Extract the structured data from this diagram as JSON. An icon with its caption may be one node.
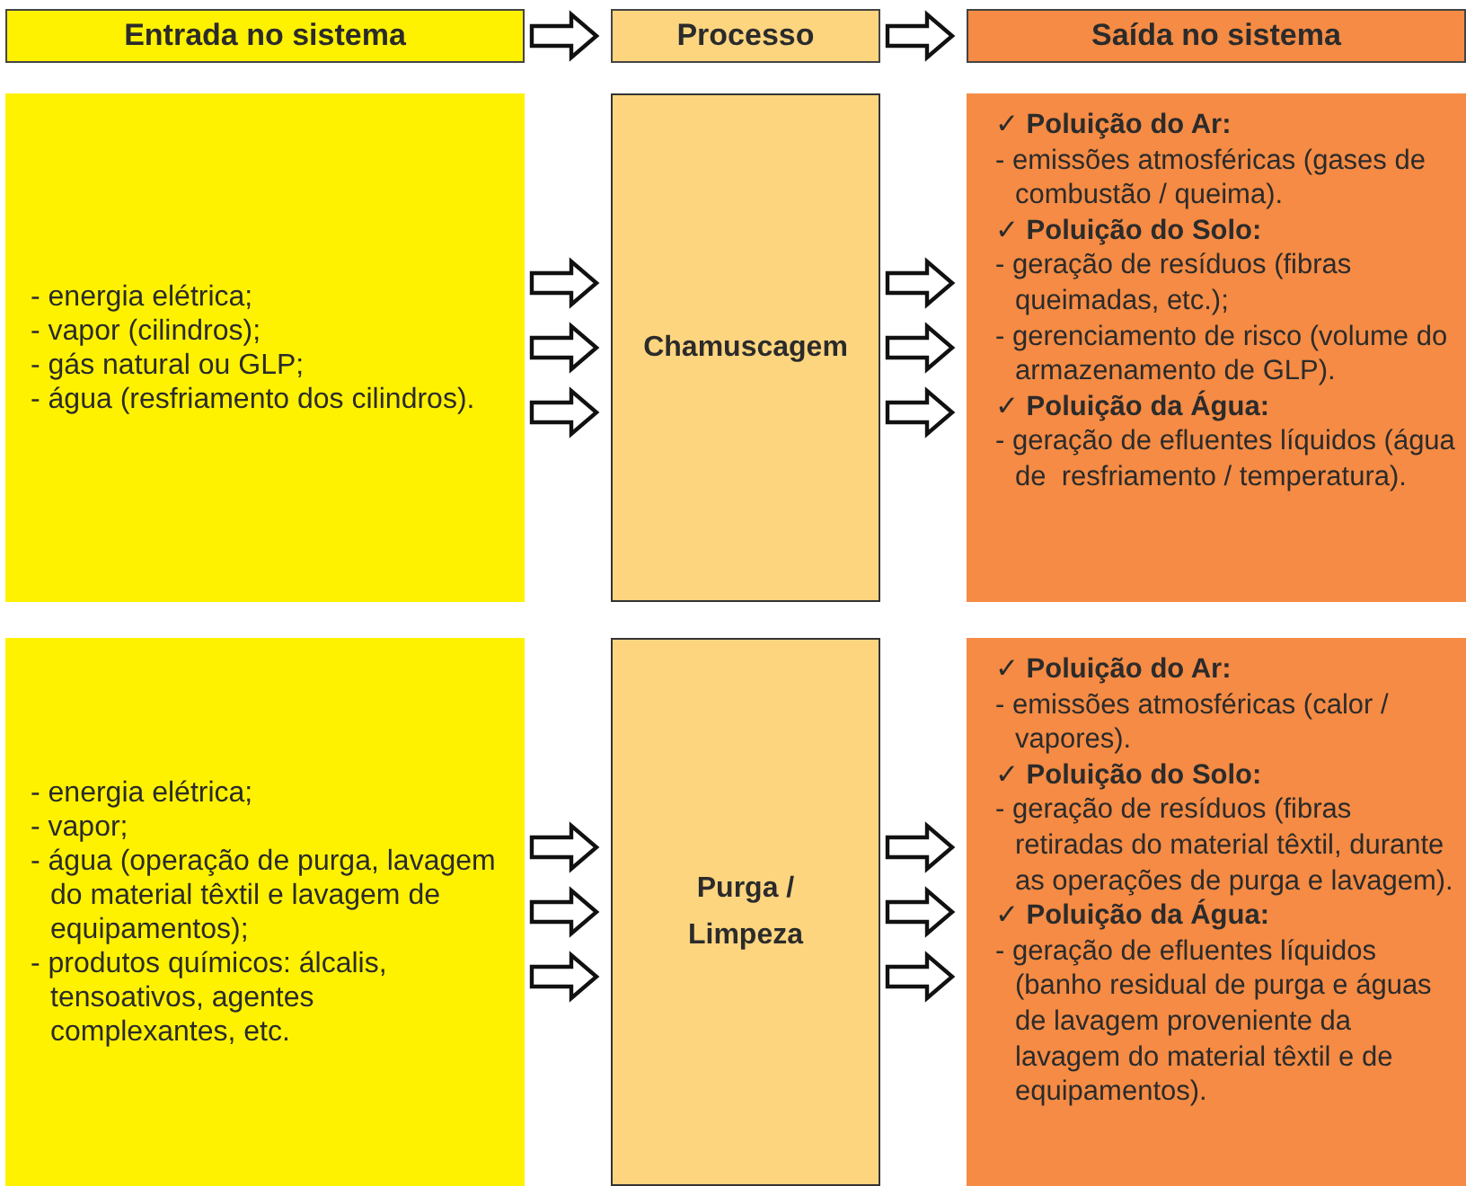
{
  "diagram": {
    "nodes": [
      {
        "text": [
          "Entrada no sistema"
        ]
      },
      {
        "text": [
          "Processo"
        ]
      },
      {
        "text": [
          "Saída no sistema"
        ]
      },
      {
        "text": [
          "- energia elétrica;",
          "- vapor (cilindros);",
          "- gás natural ou GLP;",
          "- água (resfriamento dos cilindros)."
        ]
      },
      {
        "text": [
          "Chamuscagem"
        ]
      },
      {
        "text": [
          "✓ **Poluição do Ar:**",
          "- emissões atmosféricas (gases de combustão / queima).",
          "✓ **Poluição do Solo:**",
          "- geração de resíduos (fibras queimadas, etc.);",
          "- gerenciamento de risco (volume do armazenamento de GLP).",
          "✓ **Poluição da Água:**",
          "- geração de efluentes líquidos (água de  resfriamento / temperatura)."
        ]
      },
      {
        "text": [
          "- energia elétrica;",
          "- vapor;",
          "- água (operação de purga, lavagem do material têxtil e lavagem de equipamentos);",
          "- produtos químicos: álcalis, tensoativos, agentes complexantes, etc."
        ]
      },
      {
        "text": [
          "Purga / Limpeza"
        ]
      },
      {
        "text": [
          "✓ **Poluição do Ar:**",
          "- emissões atmosféricas (calor / vapores).",
          "✓ **Poluição do Solo:**",
          "- geração de resíduos (fibras retiradas do material têxtil, durante as operações de purga e lavagem).",
          "✓ **Poluição da Água:**",
          "- geração de efluentes líquidos (banho residual de purga e águas de lavagem proveniente da lavagem do material têxtil e de equipamentos)."
        ]
      }
    ],
    "edges": [
      {
        "from": 0,
        "to": 1,
        "arrow": "to"
      },
      {
        "from": 1,
        "to": 2,
        "arrow": "to"
      },
      {
        "from": 3,
        "to": 4,
        "arrow": "to"
      },
      {
        "from": 3,
        "to": 4,
        "arrow": "to"
      },
      {
        "from": 3,
        "to": 4,
        "arrow": "to"
      },
      {
        "from": 4,
        "to": 5,
        "arrow": "to"
      },
      {
        "from": 4,
        "to": 5,
        "arrow": "to"
      },
      {
        "from": 4,
        "to": 5,
        "arrow": "to"
      },
      {
        "from": 6,
        "to": 7,
        "arrow": "to"
      },
      {
        "from": 6,
        "to": 7,
        "arrow": "to"
      },
      {
        "from": 6,
        "to": 7,
        "arrow": "to"
      },
      {
        "from": 7,
        "to": 8,
        "arrow": "to"
      },
      {
        "from": 7,
        "to": 8,
        "arrow": "to"
      },
      {
        "from": 7,
        "to": 8,
        "arrow": "to"
      }
    ]
  }
}
